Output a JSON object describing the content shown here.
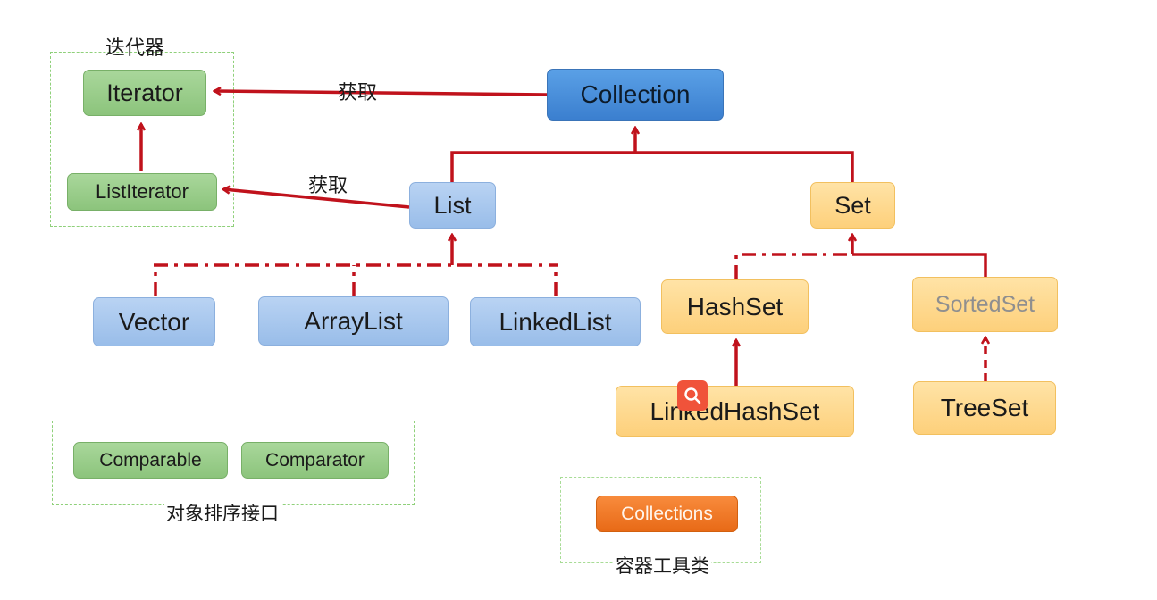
{
  "groups": {
    "iterator_group": "迭代器",
    "sort_group": "对象排序接口",
    "util_group": "容器工具类"
  },
  "edge_labels": {
    "collection_iterator": "获取",
    "list_listiterator": "获取"
  },
  "nodes": {
    "iterator": "Iterator",
    "list_iterator": "ListIterator",
    "collection": "Collection",
    "list": "List",
    "set": "Set",
    "vector": "Vector",
    "array_list": "ArrayList",
    "linked_list": "LinkedList",
    "hash_set": "HashSet",
    "sorted_set": "SortedSet",
    "linked_hash_set": "LinkedHashSet",
    "tree_set": "TreeSet",
    "comparable": "Comparable",
    "comparator": "Comparator",
    "collections": "Collections"
  },
  "colors": {
    "arrow": "#c0121c",
    "group_border": "#8fd07a"
  },
  "icons": {
    "zoom": "search-icon"
  }
}
